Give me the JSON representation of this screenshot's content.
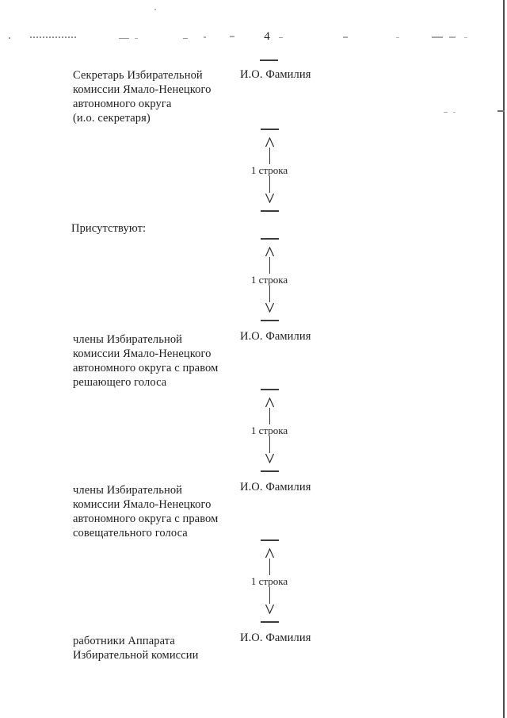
{
  "page": {
    "number": "4"
  },
  "present_heading": "Присутствуют:",
  "spacing_marker_label": "1 строка",
  "signature_blocks": [
    {
      "role": "Секретарь Избирательной\nкомиссии Ямало-Ненецкого\nавтономного округа\n(и.о. секретаря)",
      "name": "И.О. Фамилия"
    },
    {
      "role": "члены Избирательной\nкомиссии Ямало-Ненецкого\nавтономного округа с правом\nрешающего голоса",
      "name": "И.О. Фамилия"
    },
    {
      "role": "члены Избирательной\nкомиссии Ямало-Ненецкого\nавтономного округа с правом\nсовещательного голоса",
      "name": "И.О. Фамилия"
    },
    {
      "role": "работники Аппарата\nИзбирательной комиссии",
      "name": "И.О. Фамилия"
    }
  ]
}
